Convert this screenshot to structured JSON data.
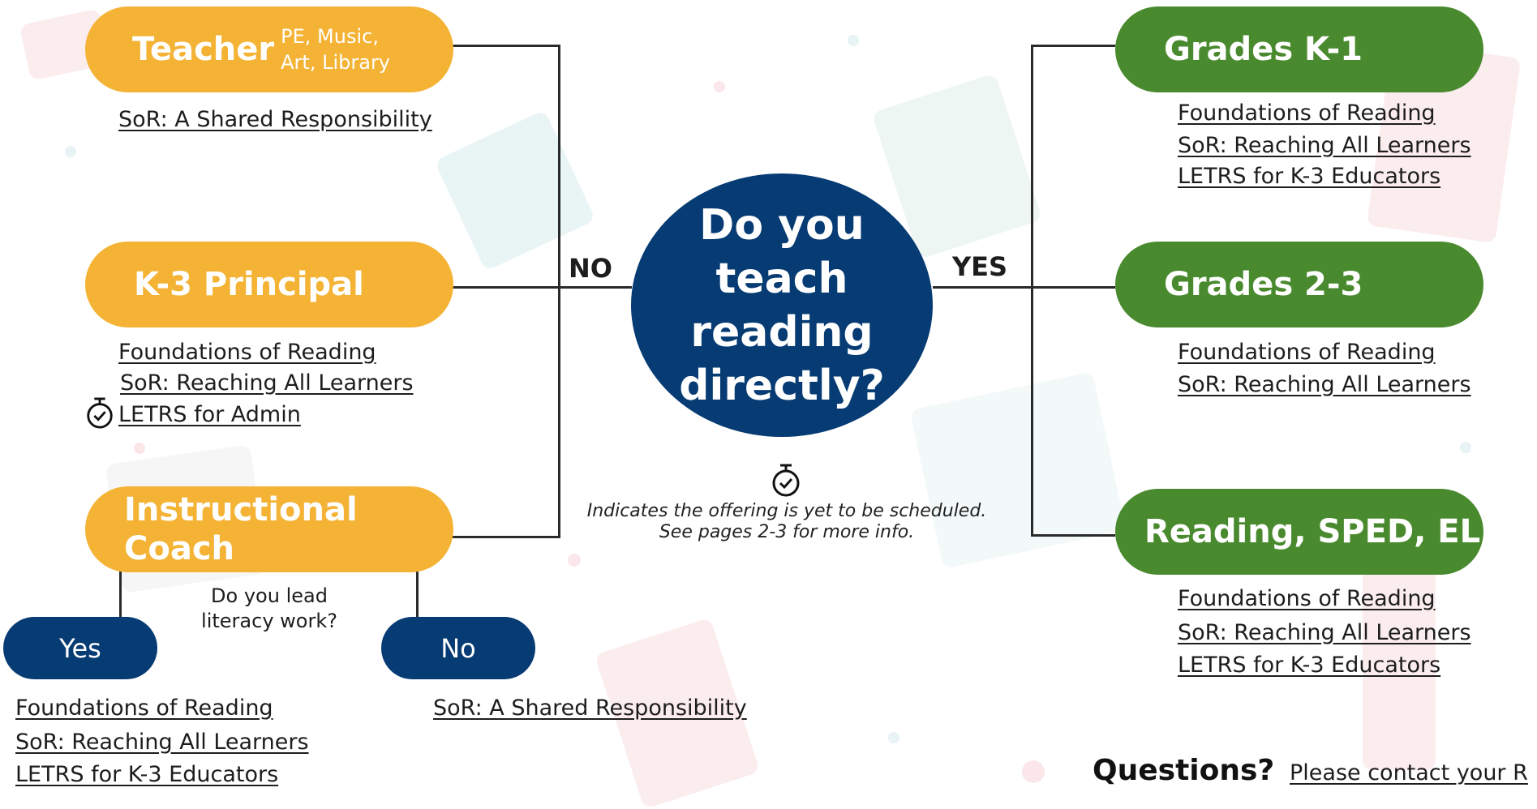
{
  "center": {
    "question": [
      "Do you",
      "teach",
      "reading",
      "directly?"
    ]
  },
  "branch_labels": {
    "no": "NO",
    "yes": "YES"
  },
  "legend": {
    "icon": "stopwatch-check-icon",
    "line1": "Indicates the offering is yet to be scheduled.",
    "line2": "See pages 2-3 for more info."
  },
  "left": {
    "teacher": {
      "label": "Teacher",
      "sub1": "PE, Music,",
      "sub2": "Art, Library",
      "links": [
        "SoR: A Shared Responsibility"
      ]
    },
    "principal": {
      "label": "K-3 Principal",
      "links": [
        "Foundations of Reading",
        "SoR: Reaching All Learners",
        "LETRS for Admin"
      ],
      "scheduled_icon": "stopwatch-check-icon"
    },
    "coach": {
      "label_line1": "Instructional",
      "label_line2": "Coach",
      "question_line1": "Do you lead",
      "question_line2": "literacy work?",
      "yes": {
        "label": "Yes",
        "links": [
          "Foundations of Reading",
          "SoR: Reaching All Learners",
          "LETRS for K-3 Educators"
        ]
      },
      "no": {
        "label": "No",
        "links": [
          "SoR: A Shared Responsibility"
        ]
      }
    }
  },
  "right": {
    "k1": {
      "label": "Grades K-1",
      "links": [
        "Foundations of Reading",
        "SoR: Reaching All Learners",
        "LETRS for K-3 Educators"
      ]
    },
    "g23": {
      "label": "Grades 2-3",
      "links": [
        "Foundations of Reading",
        "SoR: Reaching All Learners"
      ]
    },
    "sped": {
      "label": "Reading, SPED, EL",
      "links": [
        "Foundations of Reading",
        "SoR: Reaching All Learners",
        "LETRS for K-3 Educators"
      ]
    }
  },
  "footer": {
    "questions_label": "Questions?",
    "contact_link": "Please contact your R"
  },
  "colors": {
    "orange": "#f4b335",
    "green": "#4a8a2f",
    "navy": "#063b73"
  }
}
